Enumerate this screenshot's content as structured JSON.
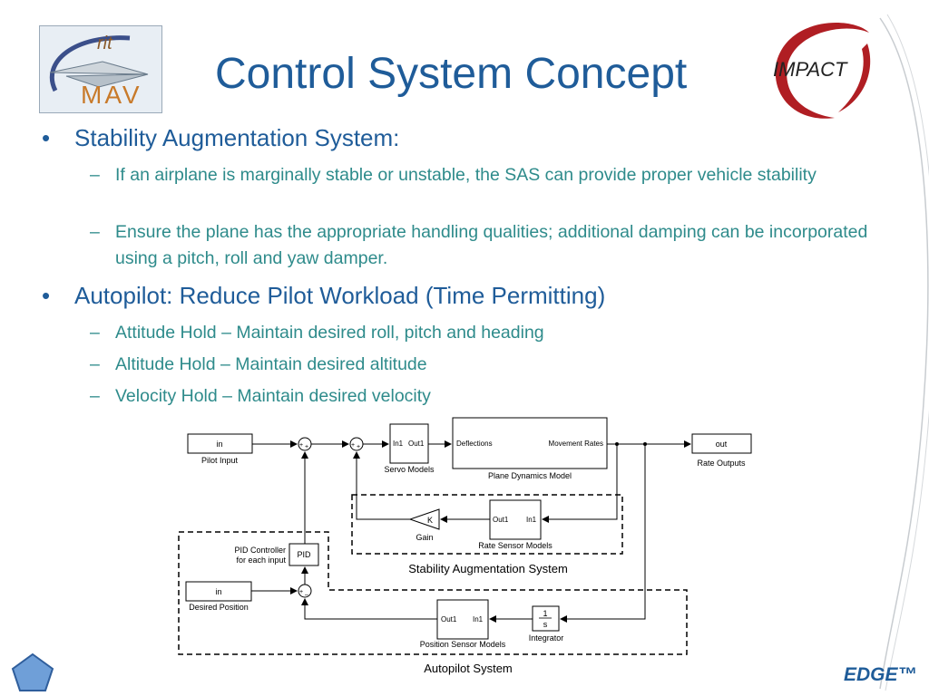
{
  "slide": {
    "title": "Control System Concept",
    "logos": {
      "rit_mav": {
        "top_text": "rit",
        "bottom_text": "MAV"
      },
      "impact": {
        "text": "IMPACT"
      }
    },
    "bullets": [
      {
        "text": "Stability Augmentation System:",
        "subs": [
          "If an airplane is marginally stable or unstable, the SAS can provide proper vehicle stability",
          "Ensure the plane has the appropriate handling qualities; additional damping can be incorporated using a pitch, roll and yaw damper."
        ]
      },
      {
        "text": "Autopilot: Reduce Pilot Workload (Time Permitting)",
        "subs": [
          "Attitude Hold – Maintain desired roll, pitch and heading",
          "Altitude Hold – Maintain desired altitude",
          "Velocity Hold – Maintain desired velocity"
        ]
      }
    ],
    "bullet_glyph": "•",
    "dash_glyph": "–",
    "footer_brand": "EDGE™"
  },
  "diagram": {
    "blocks": {
      "pilot_input": {
        "text": "in",
        "caption": "Pilot Input"
      },
      "servo": {
        "in": "In1",
        "out": "Out1",
        "caption": "Servo Models"
      },
      "plane": {
        "in": "Deflections",
        "out": "Movement Rates",
        "caption": "Plane Dynamics Model"
      },
      "rate_outputs": {
        "text": "out",
        "caption": "Rate Outputs"
      },
      "gain": {
        "text": "K",
        "caption": "Gain"
      },
      "rate_sensor": {
        "in": "In1",
        "out": "Out1",
        "caption": "Rate Sensor Models"
      },
      "pid": {
        "text": "PID",
        "caption_line1": "PID Controller",
        "caption_line2": "for each input"
      },
      "desired_position": {
        "text": "in",
        "caption": "Desired Position"
      },
      "position_sensor": {
        "in": "In1",
        "out": "Out1",
        "caption": "Position Sensor Models"
      },
      "integrator": {
        "num": "1",
        "den": "s",
        "caption": "Integrator"
      }
    },
    "regions": {
      "sas": "Stability Augmentation System",
      "autopilot": "Autopilot System"
    },
    "sum_signs": {
      "plus": "+",
      "minus": "–"
    }
  },
  "colors": {
    "title": "#1f5c99",
    "subtext": "#2e8b8b",
    "impact_red": "#b01e23",
    "pentagon_fill": "#6f9fd8"
  }
}
